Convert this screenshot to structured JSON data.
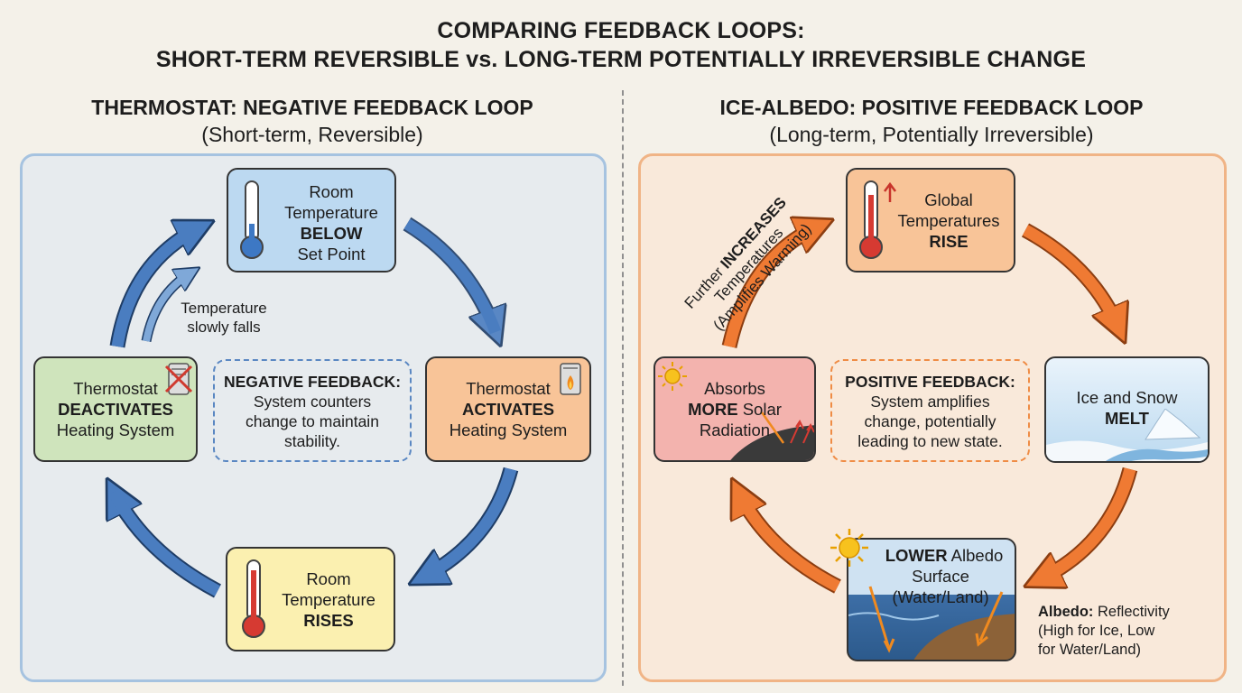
{
  "title": {
    "line1": "COMPARING FEEDBACK LOOPS:",
    "line2": "SHORT-TERM REVERSIBLE vs. LONG-TERM POTENTIALLY IRREVERSIBLE CHANGE"
  },
  "thermostat": {
    "heading": "THERMOSTAT: NEGATIVE FEEDBACK LOOP",
    "subheading": "(Short-term, Reversible)",
    "top": {
      "l1": "Room",
      "l2": "Temperature",
      "l3": "BELOW",
      "l4": "Set Point"
    },
    "right": {
      "l1": "Thermostat",
      "l2": "ACTIVATES",
      "l3": "Heating System"
    },
    "bottom": {
      "l1": "Room",
      "l2": "Temperature",
      "l3": "RISES"
    },
    "left": {
      "l1": "Thermostat",
      "l2": "DEACTIVATES",
      "l3": "Heating System"
    },
    "center": {
      "head": "NEGATIVE FEEDBACK:",
      "l1": "System counters",
      "l2": "change to maintain",
      "l3": "stability."
    },
    "note": {
      "l1": "Temperature",
      "l2": "slowly falls"
    }
  },
  "ice_albedo": {
    "heading": "ICE-ALBEDO: POSITIVE FEEDBACK LOOP",
    "subheading": "(Long-term, Potentially Irreversible)",
    "top": {
      "l1": "Global",
      "l2": "Temperatures",
      "l3": "RISE"
    },
    "right": {
      "l1": "Ice and Snow",
      "l2": "MELT"
    },
    "bottom": {
      "l1a": "LOWER",
      "l1b": " Albedo",
      "l2": "Surface",
      "l3": "(Water/Land)"
    },
    "left": {
      "l1": "Absorbs",
      "l2a": "MORE",
      "l2b": " Solar",
      "l3": "Radiation"
    },
    "center": {
      "head": "POSITIVE FEEDBACK:",
      "l1": "System amplifies",
      "l2": "change, potentially",
      "l3": "leading to new state."
    },
    "arrow_label": {
      "l1a": "Further ",
      "l1b": "INCREASES",
      "l2": "Temperatures",
      "l3": "(Amplifies Warming)"
    },
    "albedo_note": {
      "term": "Albedo:",
      "def": " Reflectivity",
      "l2": "(High for Ice, Low",
      "l3": "for Water/Land)"
    }
  },
  "colors": {
    "blue_arrow": "#4a7dc0",
    "orange_arrow": "#ef7a33",
    "node_blue": "#bcd9f1",
    "node_orange": "#f8c498",
    "node_yellow": "#fbf0b0",
    "node_green": "#cfe4bc",
    "node_red": "#f3b3ae"
  }
}
